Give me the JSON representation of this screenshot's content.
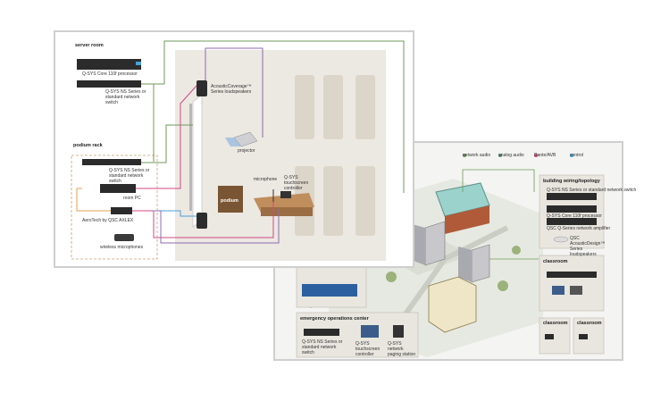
{
  "front": {
    "server_room_title": "server room",
    "core_label": "Q-SYS Core 110f processor",
    "switch_label": "Q-SYS NS Series or standard network switch",
    "podium_rack_title": "podium rack",
    "rack_switch_label": "Q-SYS NS Series or standard network switch",
    "room_pc_label": "room PC",
    "attero_label": "AeroTech by QSC AXLEX",
    "wireless_mics_label": "wireless microphones",
    "speakers_label": "AcousticCoverage™ Series loudspeakers",
    "projector_label": "projector",
    "podium_label": "podium",
    "microphone_label": "microphone",
    "touchscreen_label": "Q-SYS touchscreen controller"
  },
  "back": {
    "building_title": "building wiring/topology",
    "rack_a_label": "Q-SYS NS Series or standard network switch",
    "rack_b_label": "Q-SYS Core 110f processor",
    "amp_label": "QSC Q-Series network amplifier",
    "ceiling_label": "QSC AcousticDesign™ Series loudspeakers",
    "classroom_title": "classroom",
    "emergency_title": "emergency operations center",
    "eoc_switch_label": "Q-SYS NS Series or standard network switch",
    "eoc_touch_label": "Q-SYS touchscreen controller",
    "eoc_page_label": "Q-SYS network paging station",
    "small_room_a": "classroom",
    "small_room_b": "classroom",
    "legend": [
      "network audio",
      "analog audio",
      "Dante/AVB",
      "control"
    ]
  },
  "colors": {
    "green_line": "#6f9a5a",
    "purple_line": "#8c6bb3",
    "pink_line": "#d24a86",
    "blue_line": "#4aa0d8",
    "orange_line": "#e3a24c"
  }
}
